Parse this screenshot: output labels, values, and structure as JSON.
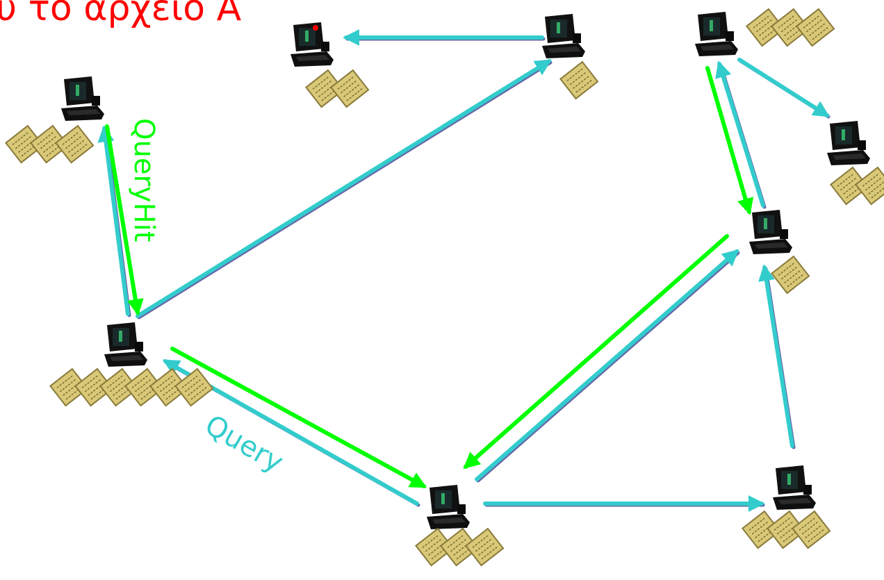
{
  "title": "υ το αρχειο Α",
  "labels": {
    "query": "Query",
    "query_hit": "QueryHit"
  },
  "colors": {
    "title": "#ff0000",
    "query": "#33cccc",
    "query_hit": "#00ff00",
    "shadow": "#6666aa",
    "background": "#ffffff",
    "file_fill": "#d8c878",
    "file_stroke": "#8a7a3a",
    "screen": "#33aa66",
    "monitor_body": "#111111"
  },
  "icons": {
    "peer": "computer-icon",
    "file": "file-icon"
  },
  "diagram": {
    "peer_count": 9,
    "peers": [
      {
        "id": "left-top",
        "files": 3
      },
      {
        "id": "top-center",
        "files": 2
      },
      {
        "id": "top-right-mid",
        "files": 1
      },
      {
        "id": "far-top-right",
        "files": 3
      },
      {
        "id": "right-edge",
        "files": 2
      },
      {
        "id": "left-mid",
        "files": 6
      },
      {
        "id": "right-mid",
        "files": 1
      },
      {
        "id": "bottom-center",
        "files": 3
      },
      {
        "id": "bottom-right",
        "files": 3
      }
    ]
  }
}
